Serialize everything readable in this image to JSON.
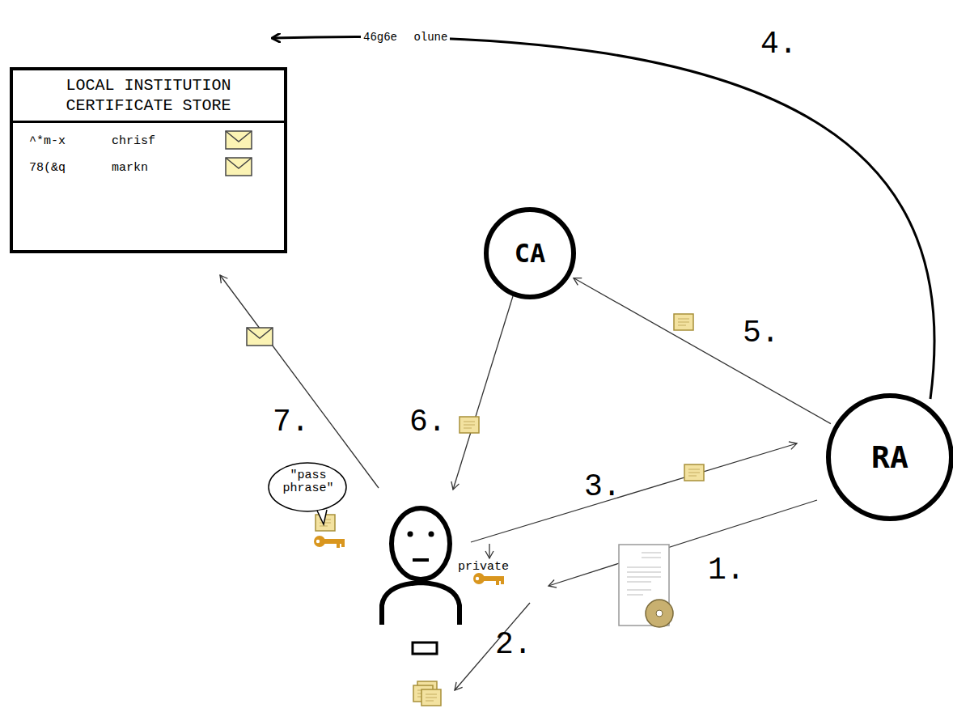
{
  "diagram": {
    "nodes": [
      {
        "text": [
          "LOCAL INSTITUTION CERTIFICATE STORE",
          "^*m-x",
          "chrisf",
          "78(&q",
          "markn"
        ]
      },
      {
        "text": [
          "CA"
        ]
      },
      {
        "text": [
          "RA"
        ]
      }
    ],
    "edges": [
      {
        "from": 2,
        "to": 0,
        "arrow": "to",
        "label": "46g6e olune"
      },
      {
        "from": 2,
        "to": 1,
        "arrow": "to"
      }
    ],
    "labels": [
      "1.",
      "2.",
      "3.",
      "4.",
      "5.",
      "6.",
      "7.",
      "private",
      "\"pass phrase\""
    ]
  }
}
